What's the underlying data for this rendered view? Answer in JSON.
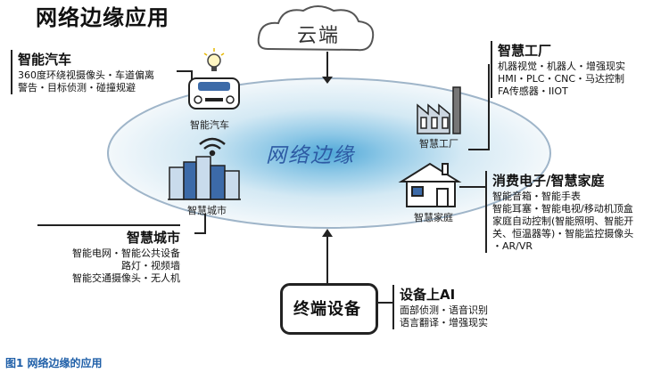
{
  "title": "网络边缘应用",
  "caption": "图1  网络边缘的应用",
  "cloud": "云端",
  "center_label": "网络边缘",
  "car": {
    "heading": "智能汽车",
    "lines": [
      "360度环绕视摄像头・车道偏离",
      "警告・目标侦测・碰撞规避"
    ],
    "node_label": "智能汽车"
  },
  "factory": {
    "heading": "智慧工厂",
    "lines": [
      "机器视觉・机器人・增强现实",
      "HMI・PLC・CNC・马达控制",
      "FA传感器・IIOT"
    ],
    "node_label": "智慧工厂"
  },
  "home": {
    "heading": "消费电子/智慧家庭",
    "lines": [
      "智能音箱・智能手表",
      "智能耳塞・智能电视/移动机顶盒",
      "家庭自动控制(智能照明、智能开",
      "关、恒温器等)・智能监控摄像头",
      "・AR/VR"
    ],
    "node_label": "智慧家庭"
  },
  "city": {
    "heading": "智慧城市",
    "lines": [
      "智能电网・智能公共设备",
      "路灯・视频墙",
      "智能交通摄像头・无人机"
    ],
    "node_label": "智慧城市"
  },
  "device": {
    "phone_text": "终端设备",
    "heading": "设备上AI",
    "lines": [
      "面部侦测・语音识别",
      "语言翻译・增强现实"
    ]
  },
  "colors": {
    "center_blue": "#4fa8d8",
    "ellipse_edge": "#9fb5c9",
    "text_blue": "#2d5aa3"
  }
}
